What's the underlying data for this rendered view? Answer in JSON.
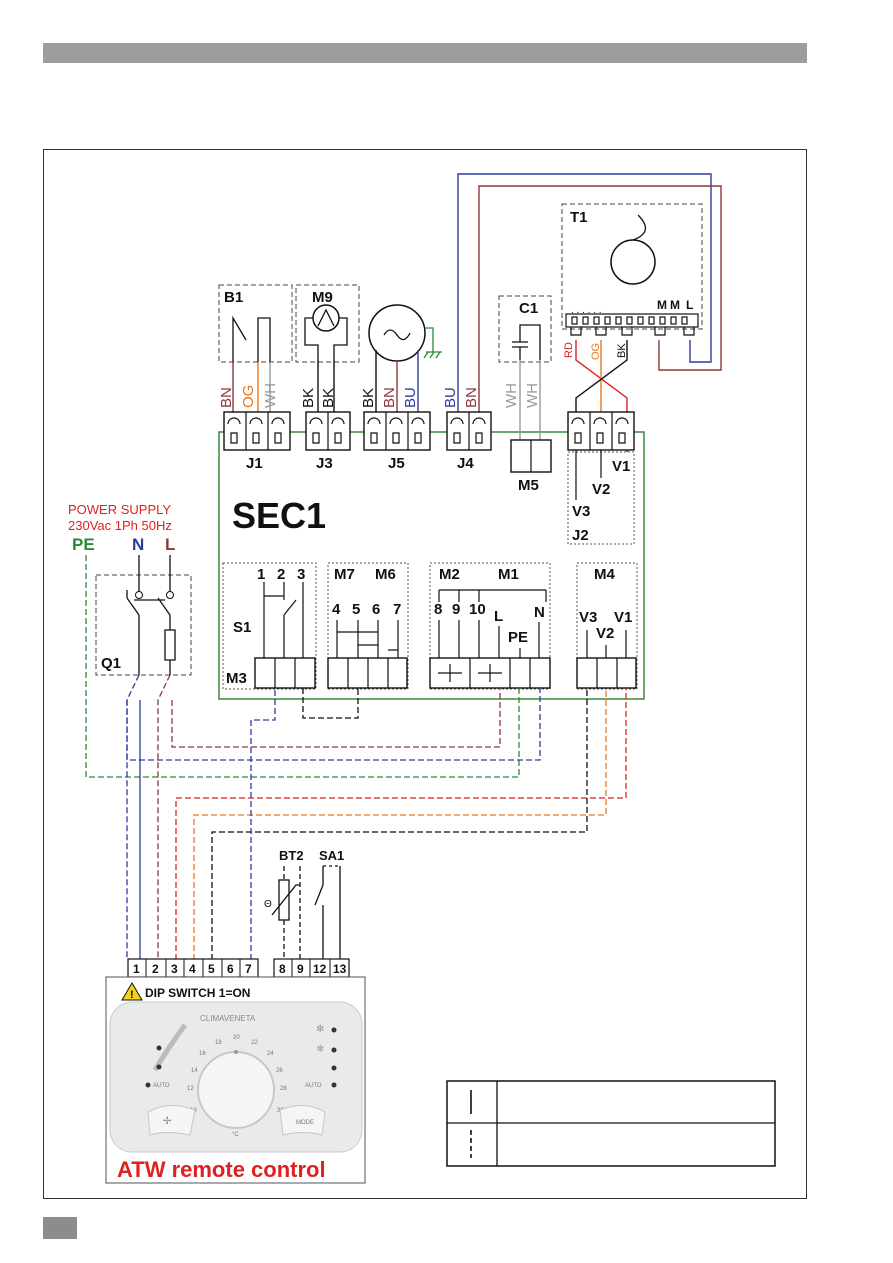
{
  "main_board": "SEC1",
  "power_supply": {
    "line1": "POWER SUPPLY",
    "line2": "230Vac 1Ph 50Hz",
    "pe": "PE",
    "n": "N",
    "l": "L"
  },
  "breaker": "Q1",
  "components": {
    "b1": "B1",
    "m9": "M9",
    "c1": "C1",
    "t1": "T1",
    "m5": "M5",
    "bt2": "BT2",
    "sa1": "SA1"
  },
  "connectors": {
    "j1": "J1",
    "j3": "J3",
    "j5": "J5",
    "j4": "J4",
    "j2": "J2",
    "m2": "M2",
    "m1": "M1",
    "m7": "M7",
    "m6": "M6",
    "m3": "M3",
    "m4": "M4",
    "s1": "S1"
  },
  "wire_colors": {
    "j1": [
      "BN",
      "OG",
      "WH"
    ],
    "j3": [
      "BK",
      "BK"
    ],
    "j5": [
      "BK",
      "BN",
      "BU"
    ],
    "j4": [
      "BU",
      "BN"
    ],
    "c1": [
      "WH",
      "WH"
    ],
    "t1": [
      "RD",
      "OG",
      "BK"
    ]
  },
  "t1_terminals": {
    "m1": "M",
    "m2": "M",
    "l": "L"
  },
  "j2_pins": [
    "V1",
    "V2",
    "V3"
  ],
  "m3_pins": [
    "1",
    "2",
    "3"
  ],
  "m7_m6_pins": [
    "4",
    "5",
    "6",
    "7"
  ],
  "m2_m1_pins": [
    "8",
    "9",
    "10",
    "L",
    "N"
  ],
  "m1_pe": "PE",
  "m4_pins": [
    "V3",
    "V2",
    "V1"
  ],
  "remote_terminals": [
    "1",
    "2",
    "3",
    "4",
    "5",
    "6",
    "7",
    "8",
    "9",
    "12",
    "13"
  ],
  "dip_switch_note": "DIP SWITCH 1=ON",
  "remote_brand": "CLIMAVENETA",
  "remote_labels": {
    "auto_left": "AUTO",
    "auto_right": "AUTO",
    "mode": "MODE",
    "unit": "°C",
    "dial_ticks": [
      "10",
      "12",
      "14",
      "16",
      "18",
      "20",
      "22",
      "24",
      "26",
      "28",
      "30"
    ]
  },
  "remote_title": "ATW remote control",
  "colors": {
    "brown": "#8b3a3a",
    "orange": "#e87722",
    "white_wire": "#9a9a9a",
    "black": "#111111",
    "blue": "#2e3b9b",
    "red": "#d22",
    "green": "#2a8a3a",
    "board": "#3a8a3a"
  }
}
